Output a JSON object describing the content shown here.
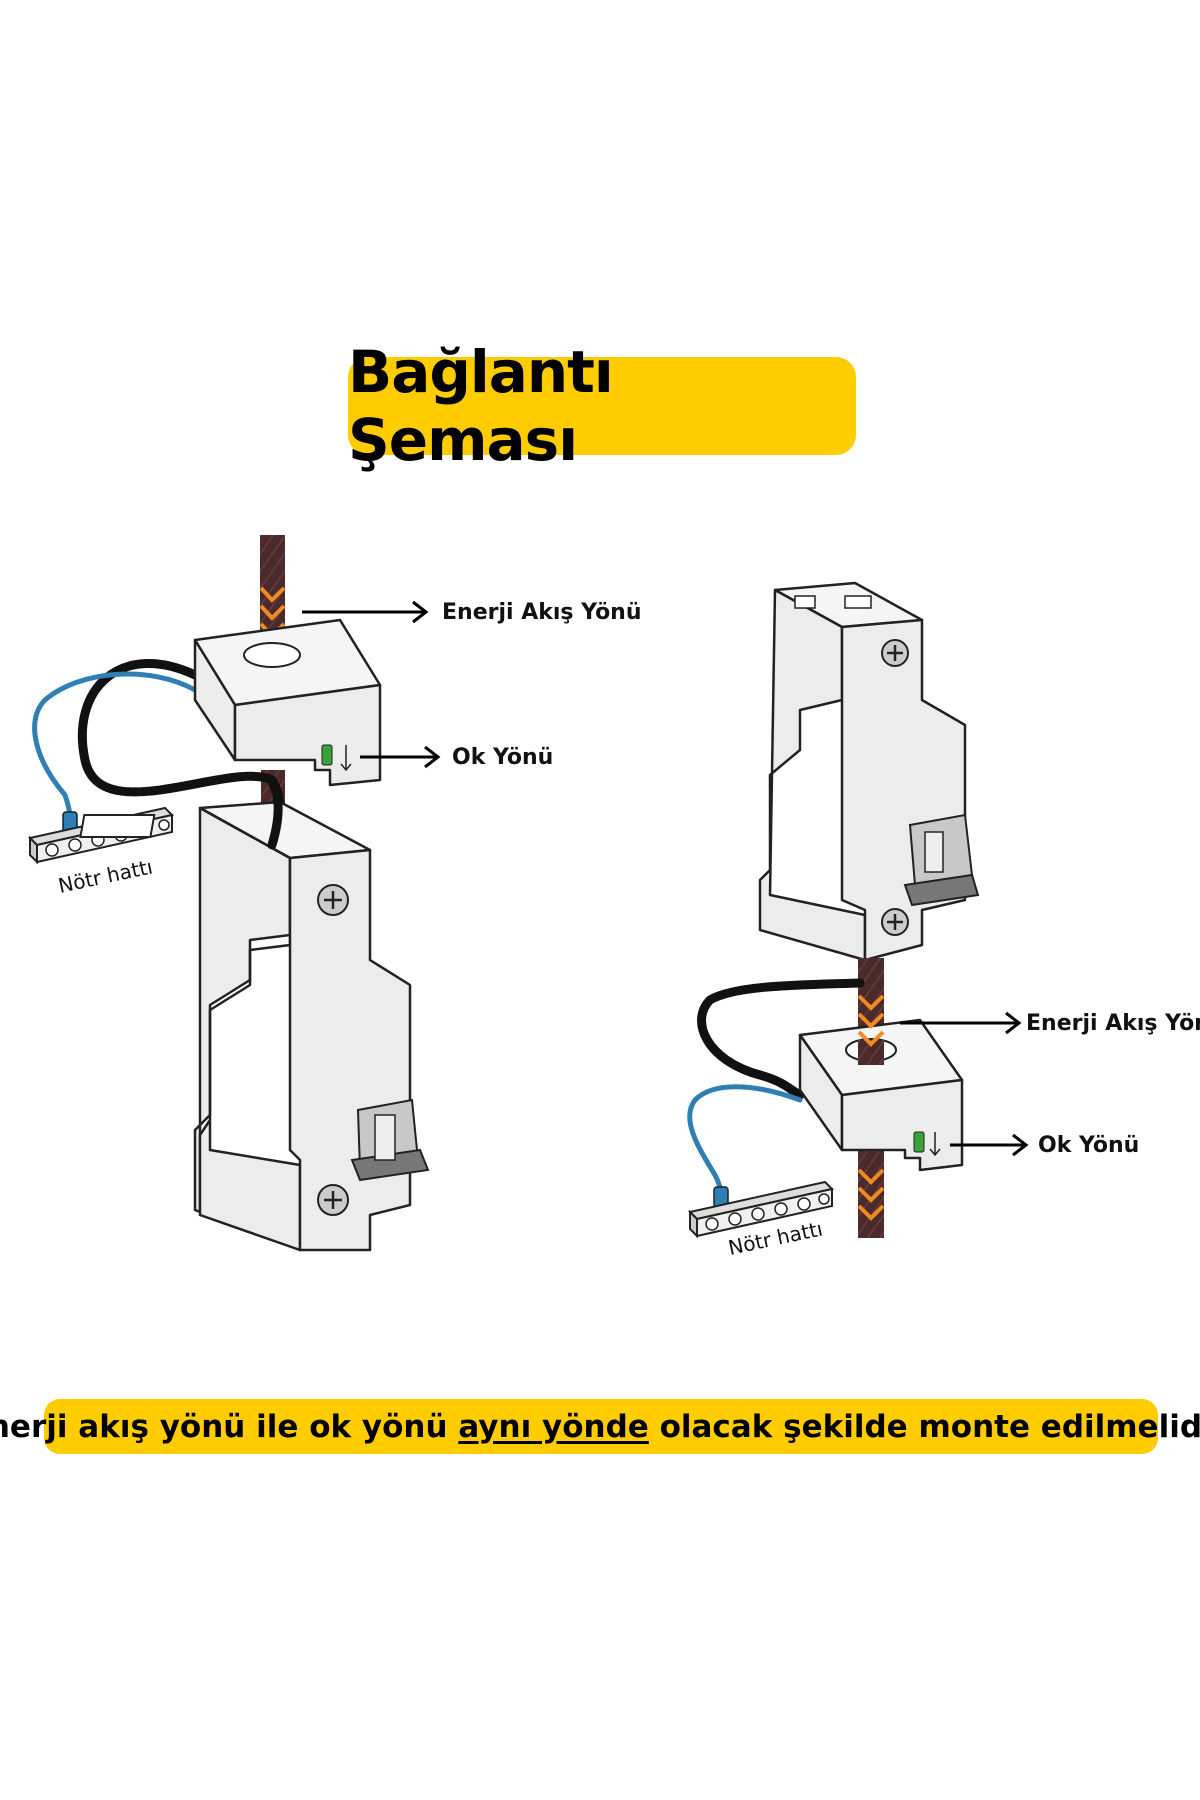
{
  "title": "Bağlantı Şeması",
  "labels": {
    "energy_flow": "Enerji Akış Yönü",
    "arrow_direction": "Ok Yönü",
    "neutral_line": "Nötr hattı"
  },
  "note": {
    "before": "Enerji akış yönü ile ok yönü ",
    "emphasis": "aynı yönde",
    "after": " olacak şekilde monte edilmelidir."
  },
  "colors": {
    "accent": "#ffcc00",
    "cable": "#4a2a2a",
    "flow_chevron": "#f08a24",
    "neutral_wire": "#2f7fb5",
    "black_wire": "#111111",
    "indicator": "#3aa23a"
  },
  "icons": [
    "arrow-right-icon",
    "chevron-down-icon",
    "screw-icon",
    "down-arrow-icon"
  ]
}
